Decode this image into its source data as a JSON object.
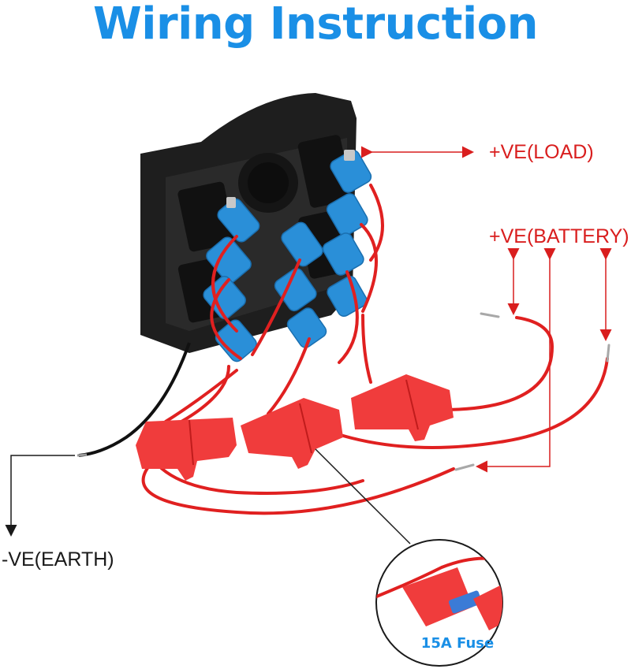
{
  "title": "Wiring Instruction",
  "labels": {
    "load": "+VE(LOAD)",
    "battery": "+VE(BATTERY)",
    "earth": "-VE(EARTH)",
    "fuse": "15A Fuse"
  },
  "colors": {
    "title": "#1a8fe6",
    "positive_label": "#d91e1e",
    "earth_label": "#1a1a1a",
    "wire": "#e02020",
    "fuse_holder": "#f03c3c",
    "connector": "#2a8fd8",
    "panel": "#1e1e1e"
  }
}
